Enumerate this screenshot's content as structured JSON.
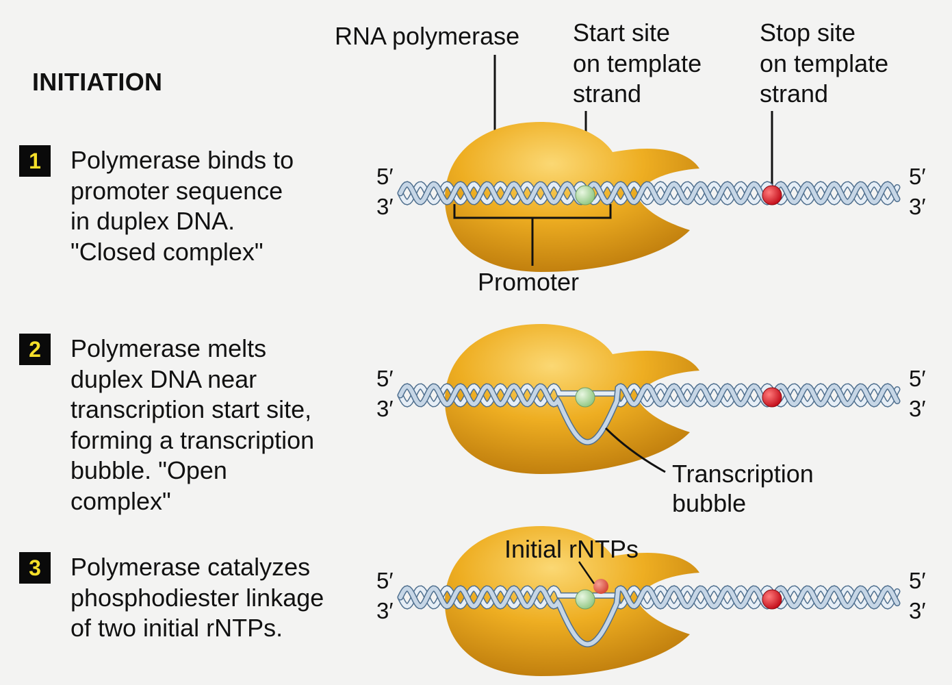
{
  "title": "INITIATION",
  "steps": [
    {
      "number": "1",
      "text": "Polymerase binds to\npromoter sequence\nin duplex DNA.\n\"Closed complex\""
    },
    {
      "number": "2",
      "text": "Polymerase melts\nduplex DNA near\ntranscription start site,\nforming a transcription\nbubble.  \"Open\ncomplex\""
    },
    {
      "number": "3",
      "text": "Polymerase catalyzes\nphosphodiester linkage\nof two initial rNTPs."
    }
  ],
  "labels": {
    "rna_polymerase": "RNA polymerase",
    "start_site": [
      "Start site",
      "on template",
      "strand"
    ],
    "stop_site": [
      "Stop site",
      "on template",
      "strand"
    ],
    "promoter": "Promoter",
    "transcription_bubble": [
      "Transcription",
      "bubble"
    ],
    "initial_rntps": "Initial rNTPs",
    "five_prime": "5′",
    "three_prime": "3′"
  },
  "colors": {
    "polymerase": "#e8a20f",
    "dna_strand": "#c6d6e6",
    "start_site": "#a8d79a",
    "stop_site": "#d80f1e",
    "rntp": "#e0574a",
    "number_box": "#0a0a0a",
    "number_text": "#f5df2a"
  }
}
